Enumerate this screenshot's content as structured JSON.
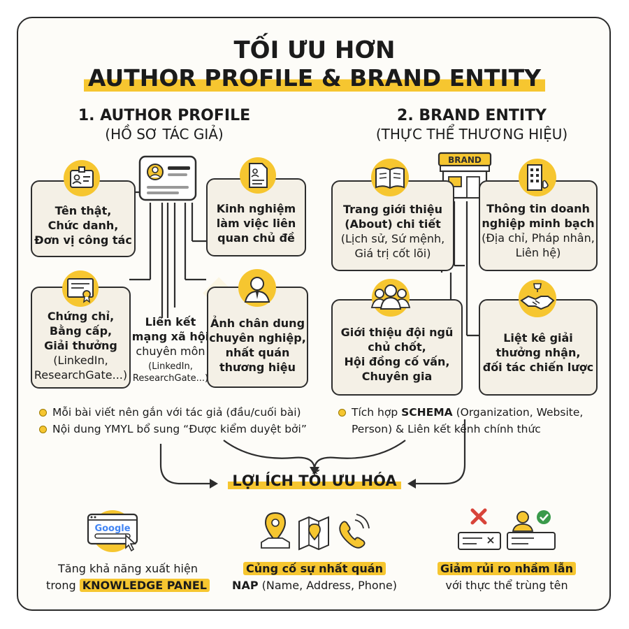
{
  "title": {
    "line1": "TỐI ƯU HƠN",
    "line2": "AUTHOR PROFILE & BRAND ENTITY"
  },
  "author": {
    "heading": "1. AUTHOR PROFILE",
    "subheading": "(HỒ SƠ TÁC GIẢ)",
    "cards": {
      "name": {
        "line1": "Tên thật,",
        "line2": "Chức danh,",
        "line3": "Đơn vị công tác"
      },
      "experience": {
        "line1": "Kinh nghiệm",
        "line2": "làm việc liên",
        "line3": "quan chủ đề"
      },
      "certs": {
        "line1": "Chứng chỉ,",
        "line2": "Bằng cấp,",
        "line3": "Giải thưởng",
        "line4": "(LinkedIn,",
        "line5": "ResearchGate...)"
      },
      "social": {
        "line1": "Liên kết",
        "line2": "mạng xã hội",
        "line3": "chuyên môn",
        "line4": "(LinkedIn,",
        "line5": "ResearchGate...)"
      },
      "portrait": {
        "line1": "Ảnh chân dung",
        "line2": "chuyên nghiệp,",
        "line3": "nhất quán",
        "line4": "thương hiệu"
      }
    },
    "bullets": [
      "Mỗi bài viết nên gắn với tác giả (đầu/cuối bài)",
      "Nội dung YMYL bổ sung “Được kiểm duyệt bởi”"
    ]
  },
  "brand": {
    "heading": "2. BRAND ENTITY",
    "subheading": "(THỰC THỂ THƯƠNG HIỆU)",
    "icon_label": "BRAND",
    "cards": {
      "about": {
        "line1": "Trang giới thiệu",
        "line2": "(About) chi tiết",
        "line3": "(Lịch sử, Sứ mệnh,",
        "line4": "Giá trị cốt lõi)"
      },
      "business": {
        "line1": "Thông tin doanh",
        "line2": "nghiệp minh bạch",
        "line3": "(Địa chỉ, Pháp nhân,",
        "line4": "Liên hệ)"
      },
      "team": {
        "line1": "Giới thiệu đội ngũ",
        "line2": "chủ chốt,",
        "line3": "Hội đồng cố vấn,",
        "line4": "Chuyên gia"
      },
      "awards": {
        "line1": "Liệt kê giải",
        "line2": "thưởng nhận,",
        "line3": "đối tác chiến lược"
      }
    },
    "bullet": {
      "pre": "Tích hợp ",
      "bold": "SCHEMA",
      "post": " (Organization, Website,",
      "line2": "Person) & Liên kết kênh chính thức"
    }
  },
  "benefits": {
    "title": "LỢI ÍCH TỐI ƯU HÓA",
    "google_label": "Google",
    "items": [
      {
        "line1": "Tăng khả năng xuất hiện",
        "line2_pre": "trong ",
        "line2_hl": "KNOWLEDGE PANEL"
      },
      {
        "line1_hl": "Củng cố sự nhất quán",
        "line2_bold": "NAP",
        "line2_rest": " (Name, Address, Phone)"
      },
      {
        "line1_hl": "Giảm rủi ro nhầm lẫn",
        "line2": "với thực thể trùng tên"
      }
    ]
  },
  "colors": {
    "accent": "#f6c630",
    "card_bg": "#f4f0e6",
    "outline": "#2d2d2d",
    "check": "#3a9a4a",
    "cross": "#d8443a"
  }
}
